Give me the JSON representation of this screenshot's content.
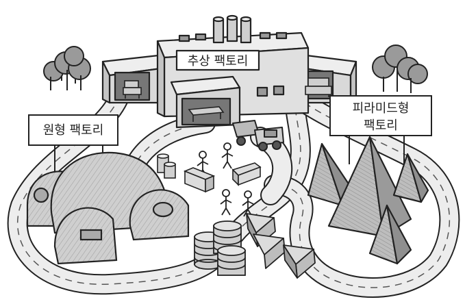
{
  "signs": {
    "abstract_factory": "추상 팩토리",
    "round_factory": "원형 팩토리",
    "pyramid_factory_line1": "피라미드형",
    "pyramid_factory_line2": "팩토리"
  },
  "colors": {
    "ink": "#222222",
    "road": "#e9e9e9",
    "building": "#d9d9d9",
    "building_dark": "#a8a8a8",
    "foliage": "#9a9a9a",
    "dome": "#cfcfcf",
    "pyramid": "#b9b9b9"
  },
  "icons": [
    "factory-building",
    "tree-icon",
    "truck-icon",
    "worker-icon",
    "chair-icon",
    "sofa-icon",
    "table-icon",
    "dome-building",
    "pyramid-building",
    "stacked-coins",
    "stacked-triangles",
    "stacked-bricks"
  ]
}
